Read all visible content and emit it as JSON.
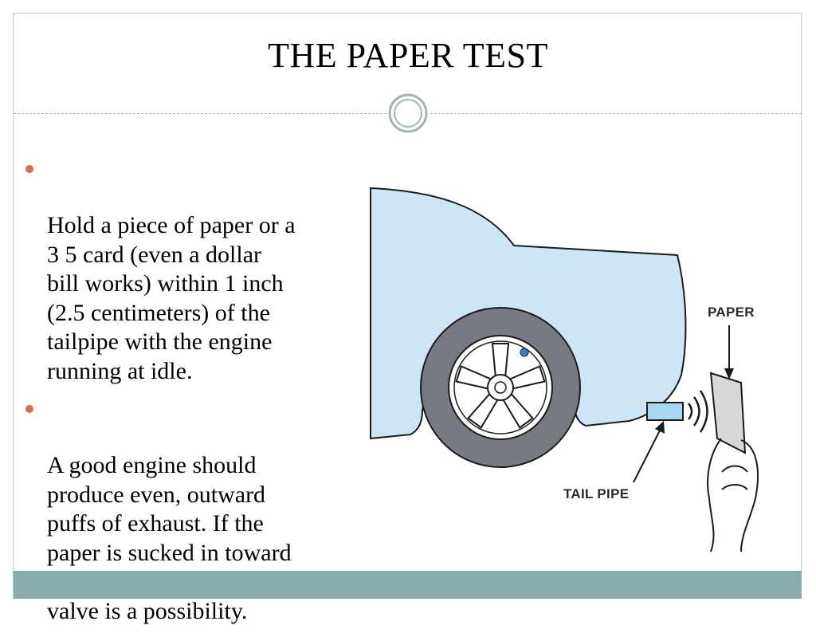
{
  "slide": {
    "title": "THE PAPER TEST",
    "bullets": [
      {
        "text": "Hold a piece of paper or a\n3  5 card (even a dollar\nbill works) within 1 inch\n(2.5 centimeters) of the\ntailpipe with the engine\nrunning at idle."
      },
      {
        "text": "A good engine should\nproduce even, outward\npuffs of exhaust. If the\npaper is sucked in toward\nthe tailpipe, a burned\nvalve is a possibility."
      }
    ]
  },
  "illustration": {
    "labels": {
      "paper": "PAPER",
      "tail_pipe": "TAIL PIPE"
    }
  },
  "colors": {
    "accent_bullet": "#e26a4d",
    "footer_bar": "#8aabab",
    "car_body": "#cde6f6",
    "tailpipe": "#a9d7f2"
  },
  "icons": [
    "circle-ornament-icon",
    "bullet-dot-icon"
  ]
}
